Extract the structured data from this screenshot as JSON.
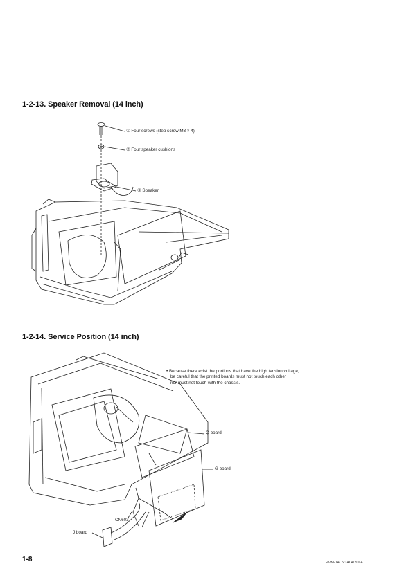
{
  "section_13": {
    "title": "1-2-13. Speaker Removal (14 inch)",
    "callouts": [
      "① Four screws (step screw M3 × 4)",
      "② Four speaker cushions",
      "③ Speaker"
    ]
  },
  "section_14": {
    "title": "1-2-14. Service Position (14 inch)",
    "note_lines": [
      "Because there exist the portions that have the high tension voltage,",
      "be careful that the printed boards must not touch each other",
      "nor must not touch with the chassis."
    ],
    "labels": {
      "q_board": "Q board",
      "g_board": "G board",
      "cn603": "CN603",
      "j_board": "J board"
    }
  },
  "footer": {
    "page": "1-8",
    "model": "PVM-14L5/14L4/20L4"
  }
}
